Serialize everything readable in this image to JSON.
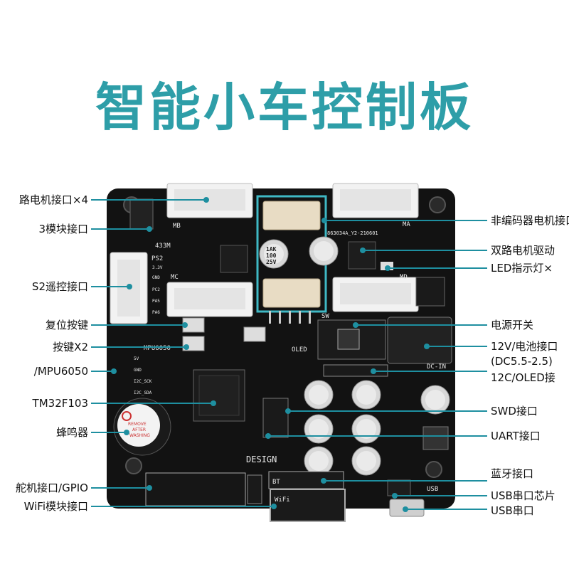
{
  "title": "智能小车控制板",
  "left_labels": {
    "motor4": "路电机接口×4",
    "module433": "3模块接口",
    "ps2": "S2遥控接口",
    "reset": "复位按键",
    "keys": "按键X2",
    "mpu": "/MPU6050",
    "mcu": "TM32F103",
    "buzzer": "蜂鸣器",
    "gpio": "舵机接口/GPIO",
    "wifi": "WiFi模块接口"
  },
  "right_labels": {
    "no_encoder": "非编码器电机接口",
    "dual_driver": "双路电机驱动",
    "led": "LED指示灯×",
    "power_switch": "电源开关",
    "battery": "12V/电池接口",
    "dc_spec": "(DC5.5-2.5)",
    "i2c_oled": "12C/OLED接",
    "swd": "SWD接口",
    "uart": "UART接口",
    "bluetooth": "蓝牙接口",
    "usb_chip": "USB串口芯片",
    "usb": "USB串口"
  },
  "board_text": {
    "mb": "MB",
    "ma": "MA",
    "mc": "MC",
    "md": "MD",
    "m433": "433M",
    "ps2": "PS2",
    "mpu": "MPU6050",
    "oled": "OLED",
    "dcin": "DC-IN",
    "design": "DESIGN",
    "bt": "BT",
    "wifi": "WiFi",
    "usb": "USB",
    "board_id": "863034A_Y2-210601",
    "sw": "SW",
    "cap": [
      "1AK",
      "100",
      "25V"
    ],
    "buzzer_text": [
      "REMOVE",
      "AFTER",
      "WASHING"
    ],
    "power_pins": [
      "3.3V",
      "GND",
      "PC2",
      "PA5",
      "PA6"
    ],
    "mpu_pins": [
      "5V",
      "GND",
      "I2C_SCK",
      "I2C_SDA"
    ]
  },
  "colors": {
    "title": "#2e9ea8",
    "leader_line": "#1e8fa0",
    "board": "#111111",
    "highlight_box": "#3fb8c4"
  }
}
